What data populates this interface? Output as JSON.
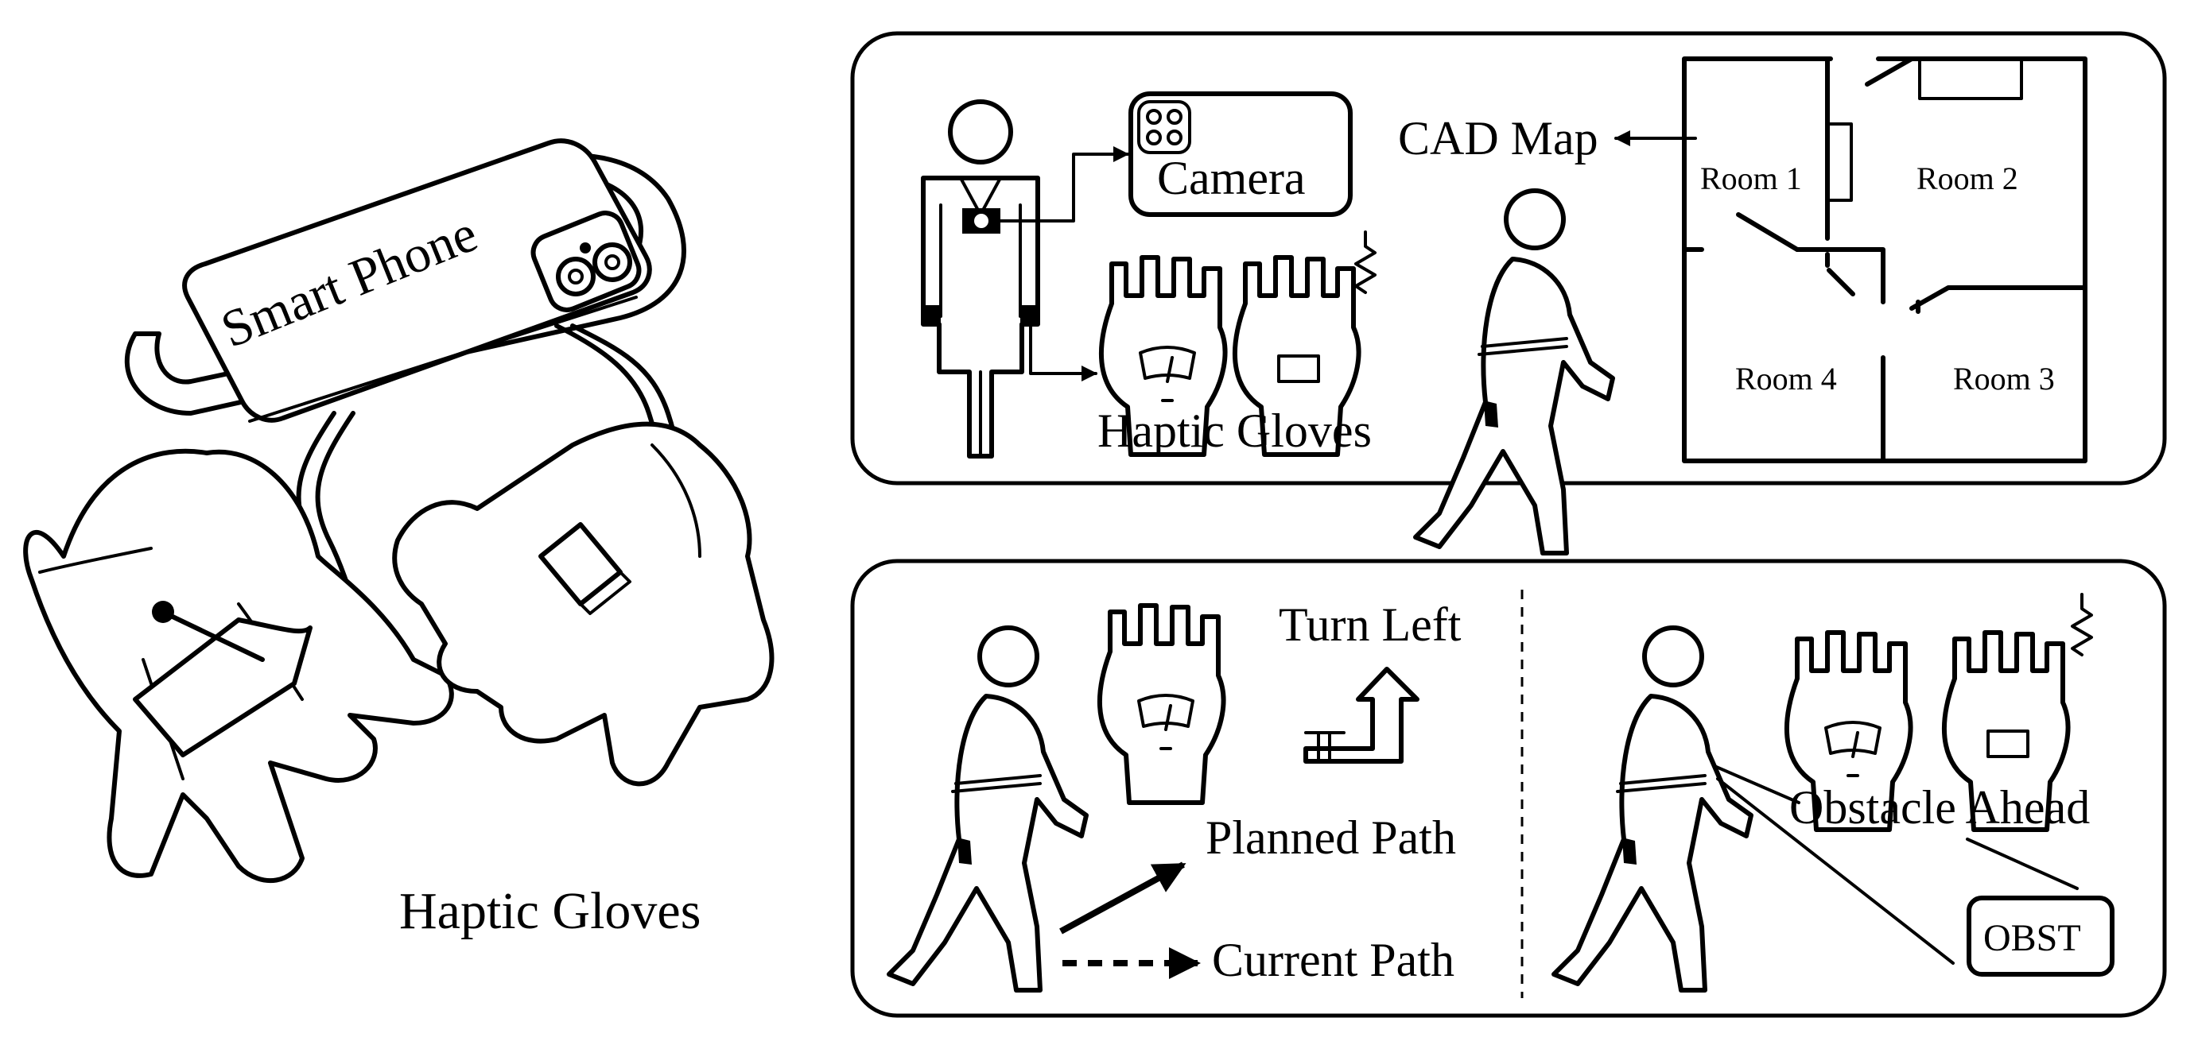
{
  "left_panel": {
    "phone_label": "Smart Phone",
    "gloves_label": "Haptic Gloves"
  },
  "top_panel": {
    "camera_label": "Camera",
    "gloves_label": "Haptic Gloves",
    "map_label": "CAD Map",
    "rooms": [
      "Room 1",
      "Room 2",
      "Room 3",
      "Room 4"
    ]
  },
  "bottom_panel": {
    "instruction_label": "Turn Left",
    "planned_path_label": "Planned Path",
    "current_path_label": "Current Path",
    "obstacle_label": "Obstacle Ahead",
    "obst_sign": "OBST"
  }
}
